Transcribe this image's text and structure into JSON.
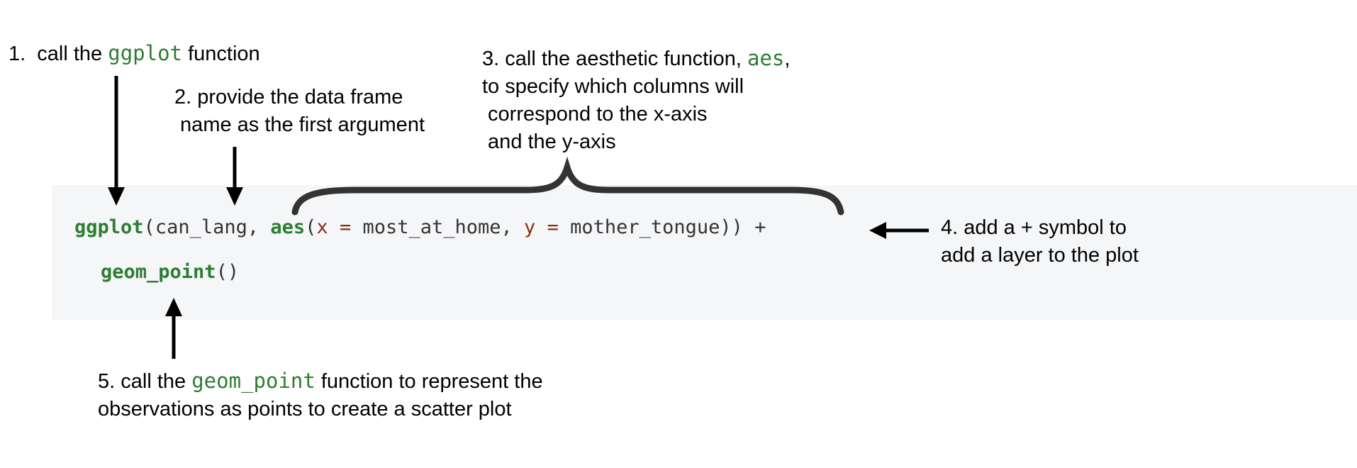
{
  "code": {
    "line1": {
      "fn_ggplot": "ggplot",
      "open_paren": "(",
      "data_arg": "can_lang, ",
      "fn_aes": "aes",
      "aes_open": "(",
      "x_name": "x",
      "eq1": " = ",
      "x_value": "most_at_home, ",
      "y_name": "y",
      "eq2": " = ",
      "y_value": "mother_tongue",
      "close": ")) +"
    },
    "line2": {
      "fn_geom": "geom_point",
      "parens": "()"
    }
  },
  "annotations": {
    "step1": {
      "prefix": "1.  call the ",
      "code": "ggplot",
      "suffix": " function"
    },
    "step2": {
      "line1": "2. provide the data frame",
      "line2": " name as the first argument"
    },
    "step3": {
      "prefix": "3. call the aesthetic function, ",
      "code": "aes",
      "suffix": ",",
      "line2": "to specify which columns will",
      "line3": " correspond to the x-axis",
      "line4": " and the y-axis"
    },
    "step4": {
      "line1": "4. add a + symbol to",
      "line2": "add a layer to the plot"
    },
    "step5": {
      "prefix": "5. call the ",
      "code": "geom_point",
      "suffix": " function to represent the",
      "line2": "observations as points to create a scatter plot"
    }
  },
  "colors": {
    "code_background": "#f5f6f8",
    "function_green": "#2e7d32",
    "argument_red": "#8b2e16",
    "text_default": "#333333",
    "arrow": "#000000"
  }
}
